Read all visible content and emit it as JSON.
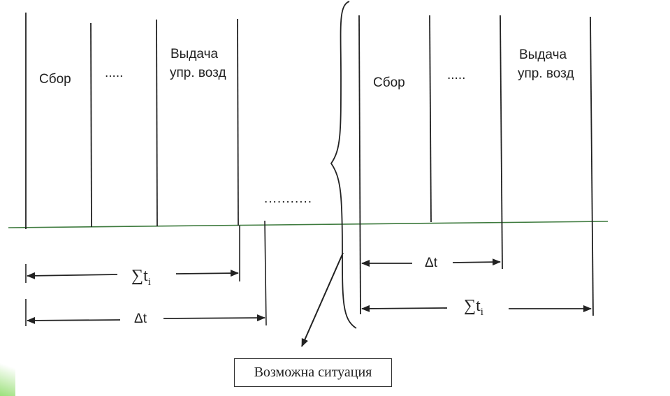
{
  "colors": {
    "ink": "#222222",
    "axis": "#3d7a3d",
    "corner_tint": "#9be07a"
  },
  "left_block": {
    "label_collect": "Сбор",
    "label_dots": ".....",
    "label_issue_line1": "Выдача",
    "label_issue_line2": "упр. возд",
    "sum_label_base": "∑t",
    "sum_label_sub": "i",
    "delta_label": "Δt"
  },
  "gap": {
    "dots": "..........."
  },
  "right_block": {
    "label_collect": "Сбор",
    "label_dots": ".....",
    "label_issue_line1": "Выдача",
    "label_issue_line2": "упр. возд",
    "delta_label": "Δt",
    "sum_label_base": "∑t",
    "sum_label_sub": "i"
  },
  "note": {
    "text": "Возможна ситуация"
  }
}
